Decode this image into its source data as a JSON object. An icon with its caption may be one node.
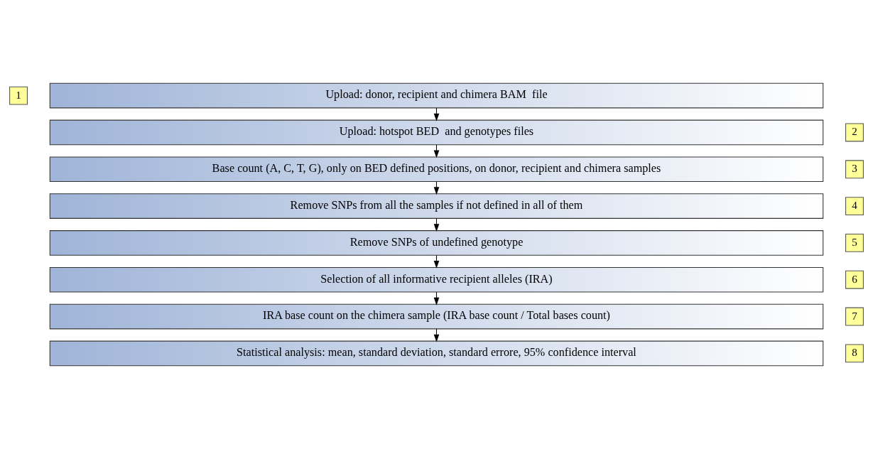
{
  "diagram": {
    "nodes": [
      {
        "text": [
          "1"
        ]
      },
      {
        "text": [
          "Upload: donor, recipient and chimera BAM  file"
        ]
      },
      {
        "text": [
          "2"
        ]
      },
      {
        "text": [
          "Upload: hotspot BED  and genotypes files"
        ]
      },
      {
        "text": [
          "3"
        ]
      },
      {
        "text": [
          "Base count (A, C, T, G), only on BED defined positions, on donor, recipient and chimera samples"
        ]
      },
      {
        "text": [
          "4"
        ]
      },
      {
        "text": [
          "Remove SNPs from all the samples if not defined in all of them"
        ]
      },
      {
        "text": [
          "5"
        ]
      },
      {
        "text": [
          "Remove SNPs of undefined genotype"
        ]
      },
      {
        "text": [
          "6"
        ]
      },
      {
        "text": [
          "Selection of all informative recipient alleles (IRA)"
        ]
      },
      {
        "text": [
          "7"
        ]
      },
      {
        "text": [
          "IRA base count on the chimera sample (IRA base count / Total bases count)"
        ]
      },
      {
        "text": [
          "8"
        ]
      },
      {
        "text": [
          "Statistical analysis: mean, standard deviation, standard errore, 95% confidence interval"
        ]
      }
    ],
    "edges": [
      {
        "from": 1,
        "to": 3,
        "arrow": "to"
      },
      {
        "from": 3,
        "to": 5,
        "arrow": "to"
      },
      {
        "from": 5,
        "to": 7,
        "arrow": "to"
      },
      {
        "from": 7,
        "to": 9,
        "arrow": "to"
      },
      {
        "from": 9,
        "to": 11,
        "arrow": "to"
      },
      {
        "from": 11,
        "to": 13,
        "arrow": "to"
      },
      {
        "from": 13,
        "to": 15,
        "arrow": "to"
      }
    ]
  }
}
